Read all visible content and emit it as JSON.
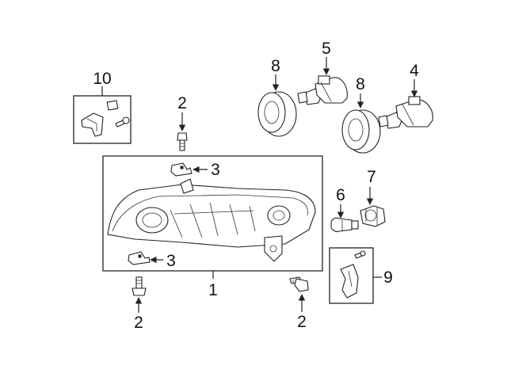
{
  "diagram": {
    "callouts": {
      "c1": "1",
      "c2_top": "2",
      "c2_bottom_left": "2",
      "c2_bottom_right": "2",
      "c3_top": "3",
      "c3_bottom": "3",
      "c4": "4",
      "c5": "5",
      "c6": "6",
      "c7": "7",
      "c8_left": "8",
      "c8_right": "8",
      "c9": "9",
      "c10": "10"
    }
  }
}
